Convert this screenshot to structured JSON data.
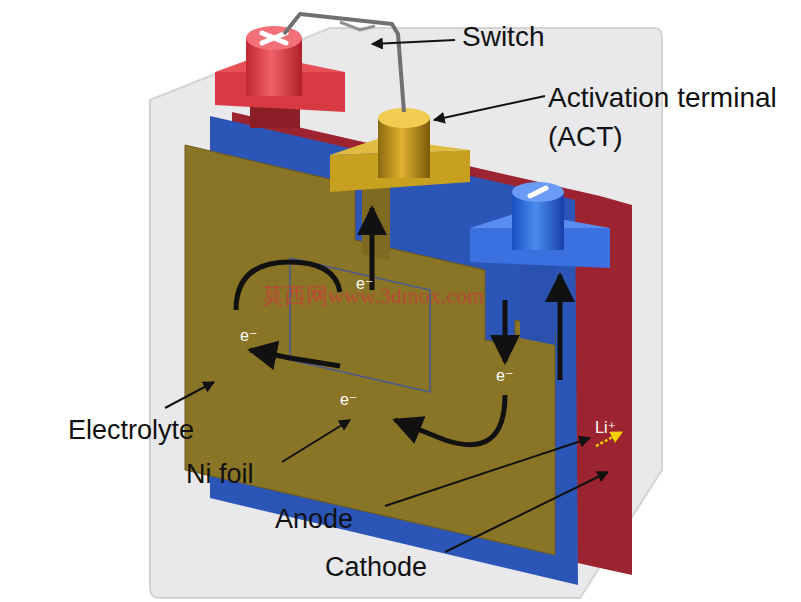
{
  "diagram": {
    "labels": [
      "Switch",
      "Activation terminal (ACT)",
      "莫西网www.3dmox.com",
      "e⁻",
      "e⁻",
      "e⁻",
      "e⁻",
      "Li⁺",
      "Electrolyte",
      "Ni foil",
      "Anode",
      "Cathode"
    ]
  }
}
